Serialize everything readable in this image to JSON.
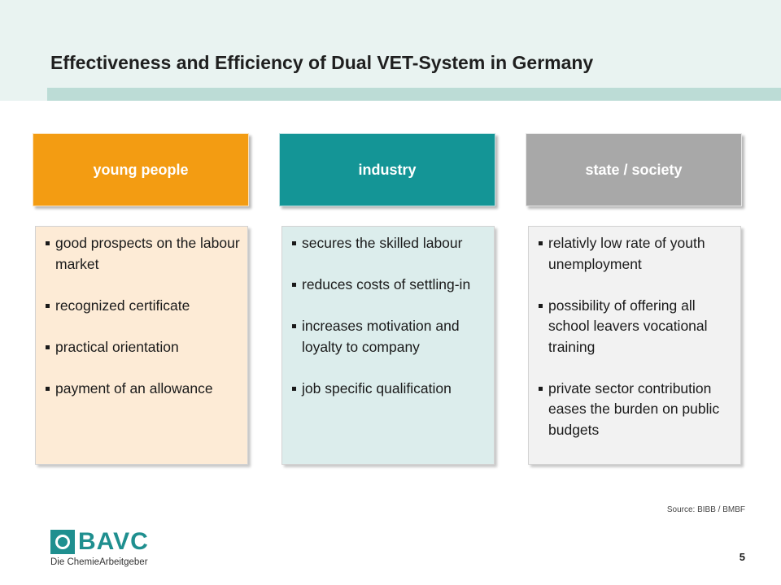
{
  "slide": {
    "title": "Effectiveness and Efficiency of Dual VET-System in Germany",
    "source": "Source: BIBB / BMBF",
    "page_number": "5"
  },
  "columns": [
    {
      "header": "young people",
      "color": "#f39c12",
      "bg": "#fdebd6",
      "items": [
        "good prospects on the labour market",
        "recognized certificate",
        "practical orientation",
        "payment of an allowance"
      ]
    },
    {
      "header": "industry",
      "color": "#149596",
      "bg": "#dcedec",
      "items": [
        "secures the skilled labour",
        "reduces costs of settling-in",
        "increases motivation and loyalty to company",
        "job specific qualification"
      ]
    },
    {
      "header": "state / society",
      "color": "#a8a8a8",
      "bg": "#f2f2f2",
      "items": [
        "relativly low rate of youth unemployment",
        "possibility of offering all school leavers vocational training",
        "private sector contribution eases the burden on public budgets"
      ]
    }
  ],
  "logo": {
    "name": "BAVC",
    "tagline": "Die ChemieArbeitgeber",
    "color": "#1f8f8f"
  }
}
